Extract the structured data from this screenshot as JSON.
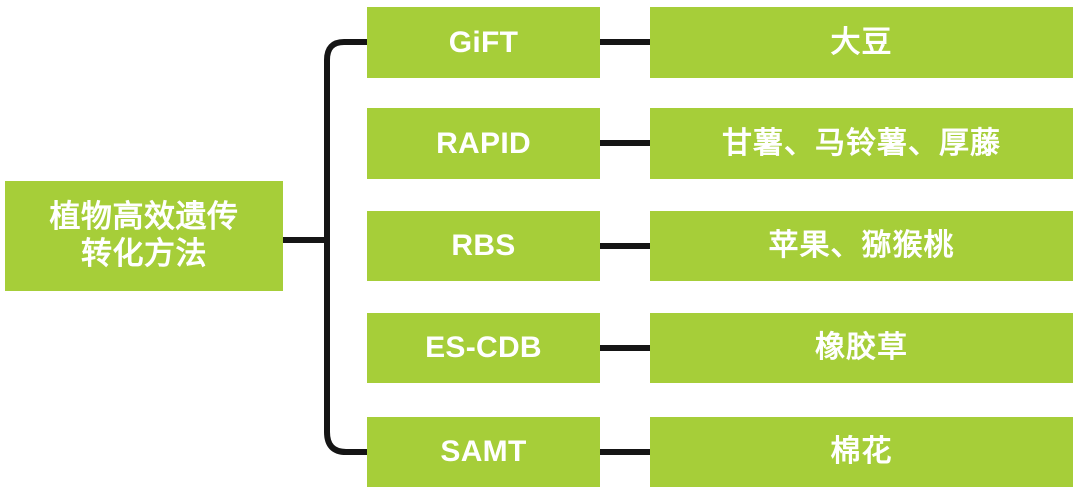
{
  "diagram": {
    "title": "植物高效遗传转化方法",
    "root": {
      "label_line1": "植物高效遗传",
      "label_line2": "转化方法"
    },
    "colors": {
      "node_fill": "#a6ce39",
      "node_text": "#ffffff",
      "connector": "#151515",
      "background": "#ffffff"
    },
    "branches": [
      {
        "method": "GiFT",
        "species": "大豆"
      },
      {
        "method": "RAPID",
        "species": "甘薯、马铃薯、厚藤"
      },
      {
        "method": "RBS",
        "species": "苹果、猕猴桃"
      },
      {
        "method": "ES-CDB",
        "species": "橡胶草"
      },
      {
        "method": "SAMT",
        "species": "棉花"
      }
    ]
  }
}
